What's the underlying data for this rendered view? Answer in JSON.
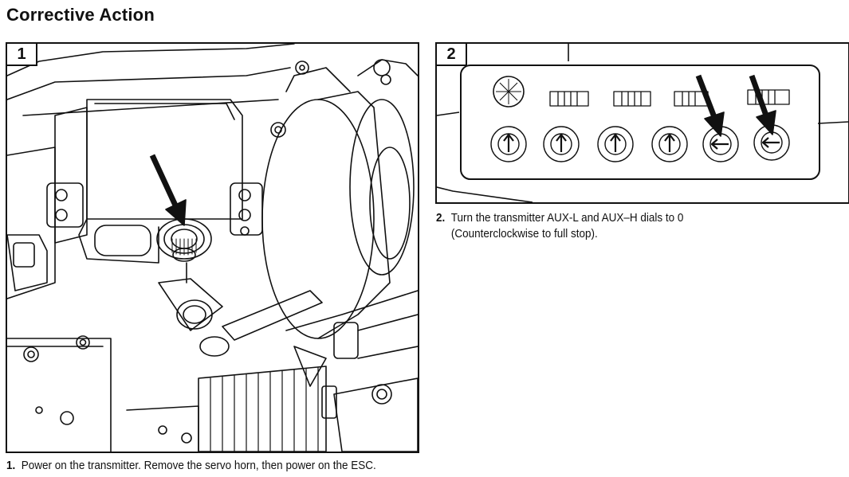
{
  "title": "Corrective Action",
  "panels": [
    {
      "number": "1",
      "caption_number": "1.",
      "caption_text": "Power on the transmitter. Remove the servo horn, then power on the ESC."
    },
    {
      "number": "2",
      "caption_number": "2.",
      "caption_line1": "Turn the transmitter AUX-L and AUX–H dials to 0",
      "caption_line2": "(Counterclockwise to full stop)."
    }
  ],
  "colors": {
    "line": "#111111",
    "background": "#ffffff"
  },
  "icons": [
    "arrow-pointer-icon",
    "dial-icon",
    "trim-switch-icon"
  ]
}
